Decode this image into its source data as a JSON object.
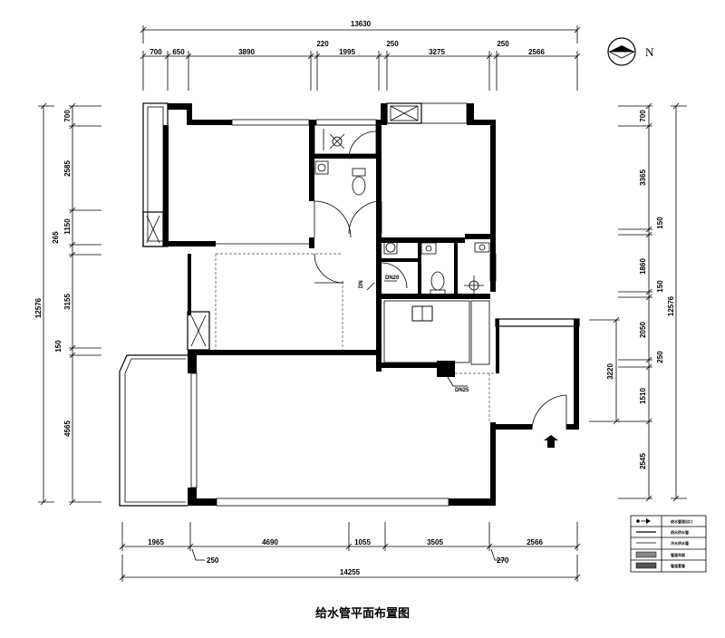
{
  "title": "给水管平面布置图",
  "north_label": "N",
  "dims": {
    "top_total": "13630",
    "top": [
      "700",
      "650",
      "3890",
      "220",
      "1995",
      "250",
      "3275",
      "250",
      "2566"
    ],
    "bottom_total": "14255",
    "bottom": [
      "1965",
      "4690",
      "1055",
      "3505",
      "2566"
    ],
    "bottom_offsets": [
      "250",
      "270"
    ],
    "left_total": "12576",
    "left": [
      "700",
      "2585",
      "1150",
      "3155",
      "150",
      "4565"
    ],
    "left_offset": "265",
    "right_total": "12576",
    "right": [
      "700",
      "3365",
      "150",
      "1860",
      "150",
      "2050",
      "250",
      "1510",
      "2545"
    ],
    "right_inner": "3220",
    "pipe_labels": [
      "DN20",
      "DN25"
    ]
  },
  "legend": {
    "rows": [
      "给水管道出口",
      "热水供水管",
      "冷水供水管",
      "管道吊架",
      "管道套管"
    ]
  }
}
